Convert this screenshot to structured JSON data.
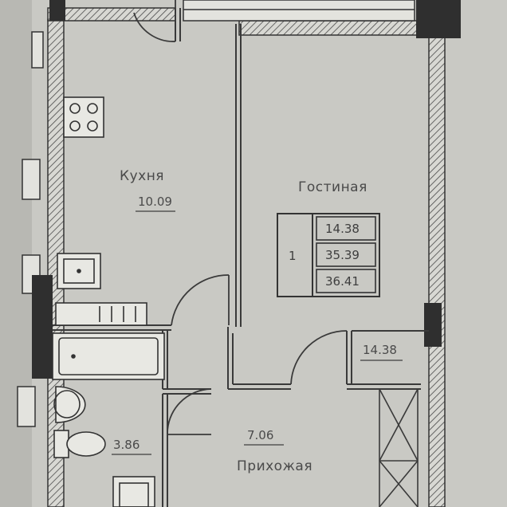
{
  "rooms": {
    "kitchen": {
      "name": "Кухня",
      "area": "10.09"
    },
    "living": {
      "name": "Гостиная",
      "area": "14.38"
    },
    "hall": {
      "name": "Прихожая",
      "area": "7.06"
    },
    "bath": {
      "area": "3.86"
    }
  },
  "summary_table": {
    "rooms_count": "1",
    "living_area": "14.38",
    "total_area": "35.39",
    "total_area_with_balcony": "36.41"
  },
  "colors": {
    "paper": "#c9c9c4",
    "wall": "#3a3a3a",
    "line": "#4a4a4a",
    "text": "#4a4a4a"
  }
}
